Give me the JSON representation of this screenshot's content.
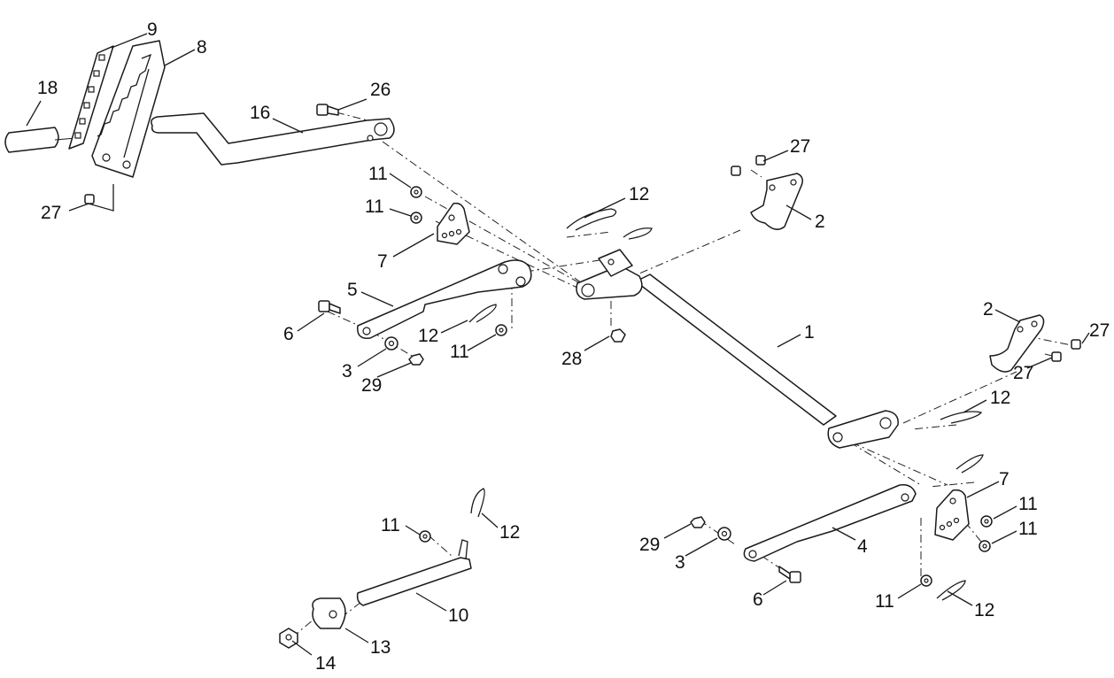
{
  "callouts": [
    {
      "id": "c-18",
      "text": "18"
    },
    {
      "id": "c-9",
      "text": "9"
    },
    {
      "id": "c-8",
      "text": "8"
    },
    {
      "id": "c-26",
      "text": "26"
    },
    {
      "id": "c-16",
      "text": "16"
    },
    {
      "id": "c-27a",
      "text": "27"
    },
    {
      "id": "c-27b",
      "text": "27"
    },
    {
      "id": "c-2a",
      "text": "2"
    },
    {
      "id": "c-11a",
      "text": "11"
    },
    {
      "id": "c-11b",
      "text": "11"
    },
    {
      "id": "c-12a",
      "text": "12"
    },
    {
      "id": "c-7a",
      "text": "7"
    },
    {
      "id": "c-5",
      "text": "5"
    },
    {
      "id": "c-6a",
      "text": "6"
    },
    {
      "id": "c-12b",
      "text": "12"
    },
    {
      "id": "c-11c",
      "text": "11"
    },
    {
      "id": "c-3a",
      "text": "3"
    },
    {
      "id": "c-29a",
      "text": "29"
    },
    {
      "id": "c-28",
      "text": "28"
    },
    {
      "id": "c-1",
      "text": "1"
    },
    {
      "id": "c-2b",
      "text": "2"
    },
    {
      "id": "c-27c",
      "text": "27"
    },
    {
      "id": "c-27d",
      "text": "27"
    },
    {
      "id": "c-12c",
      "text": "12"
    },
    {
      "id": "c-7b",
      "text": "7"
    },
    {
      "id": "c-11d",
      "text": "11"
    },
    {
      "id": "c-11e",
      "text": "11"
    },
    {
      "id": "c-29b",
      "text": "29"
    },
    {
      "id": "c-3b",
      "text": "3"
    },
    {
      "id": "c-4",
      "text": "4"
    },
    {
      "id": "c-6b",
      "text": "6"
    },
    {
      "id": "c-11f",
      "text": "11"
    },
    {
      "id": "c-12d",
      "text": "12"
    },
    {
      "id": "c-11g",
      "text": "11"
    },
    {
      "id": "c-12e",
      "text": "12"
    },
    {
      "id": "c-10",
      "text": "10"
    },
    {
      "id": "c-13",
      "text": "13"
    },
    {
      "id": "c-14",
      "text": "14"
    }
  ]
}
